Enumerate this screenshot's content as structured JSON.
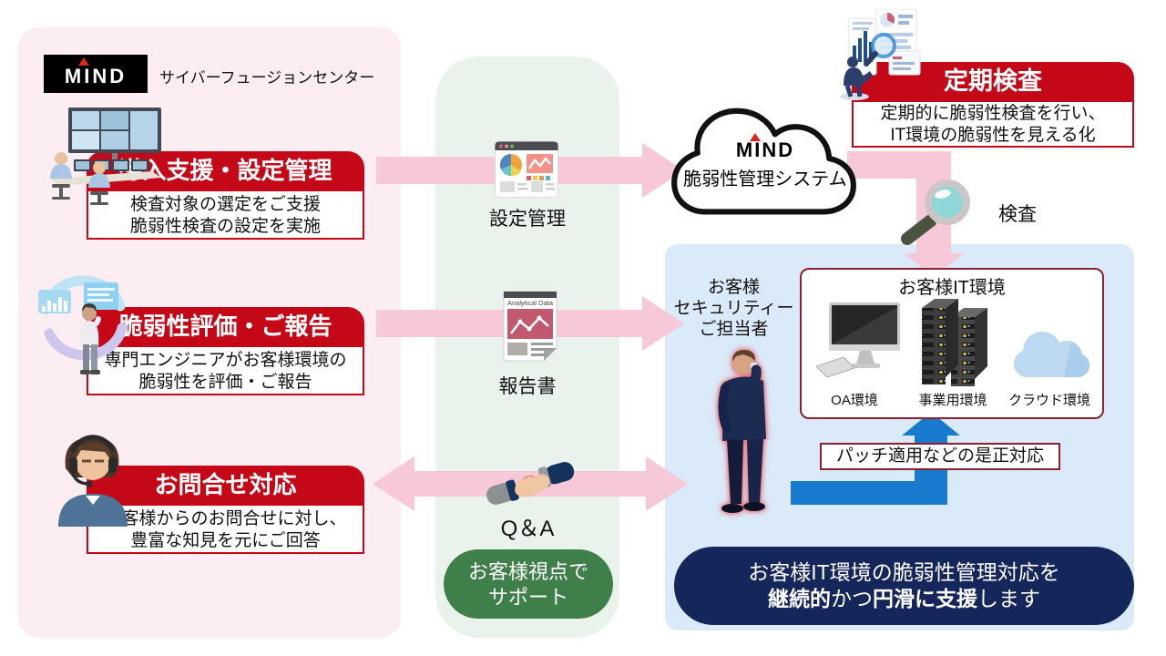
{
  "brand": {
    "logo_text": "MIND",
    "center_name": "サイバーフュージョンセンター"
  },
  "left_panel": {
    "services": [
      {
        "icon": "monitoring-room-icon",
        "title": "導入支援・設定管理",
        "desc_line1": "検査対象の選定をご支援",
        "desc_line2": "脆弱性検査の設定を実施"
      },
      {
        "icon": "analyst-icon",
        "title": "脆弱性評価・ご報告",
        "desc_line1": "専門エンジニアがお客様環境の",
        "desc_line2": "脆弱性を評価・ご報告"
      },
      {
        "icon": "call-center-icon",
        "title": "お問合せ対応",
        "desc_line1": "お客様からのお問合せに対し、",
        "desc_line2": "豊富な知見を元にご回答"
      }
    ]
  },
  "middle_panel": {
    "items": [
      {
        "icon": "dashboard-browser-icon",
        "label": "設定管理"
      },
      {
        "icon": "report-document-icon",
        "label": "報告書"
      },
      {
        "icon": "handshake-icon",
        "label": "Q＆A"
      }
    ],
    "report_header": "Analytical Data",
    "support_badge_line1": "お客様視点で",
    "support_badge_line2": "サポート"
  },
  "cloud_system": {
    "logo_text": "MIND",
    "label": "脆弱性管理システム"
  },
  "periodic_check": {
    "title": "定期検査",
    "desc_line1": "定期的に脆弱性検査を行い、",
    "desc_line2": "IT環境の脆弱性を見える化"
  },
  "inspection_label": "検査",
  "right_panel": {
    "customer_role_line1": "お客様",
    "customer_role_line2": "セキュリティー",
    "customer_role_line3": "ご担当者",
    "it_env": {
      "title": "お客様IT環境",
      "items": [
        {
          "label": "OA環境"
        },
        {
          "label": "事業用環境"
        },
        {
          "label": "クラウド環境"
        }
      ]
    },
    "patch_label": "パッチ適用などの是正対応",
    "summary": {
      "line1": "お客様IT環境の脆弱性管理対応を",
      "line2_bold1": "継続的",
      "line2_norm1": "かつ",
      "line2_bold2": "円滑に支援",
      "line2_norm2": "します"
    }
  },
  "colors": {
    "brand_red": "#c40818",
    "logo_triangle_red": "#d6281c",
    "left_panel_bg": "#fcedf2",
    "middle_panel_bg": "#e9f3ec",
    "right_panel_bg": "#daeaf8",
    "arrow_pink": "#f6c8d8",
    "arrow_blue": "#187bce",
    "summary_navy": "#15265b",
    "support_green": "#3f7f4a",
    "it_env_border": "#8e1f2f"
  }
}
